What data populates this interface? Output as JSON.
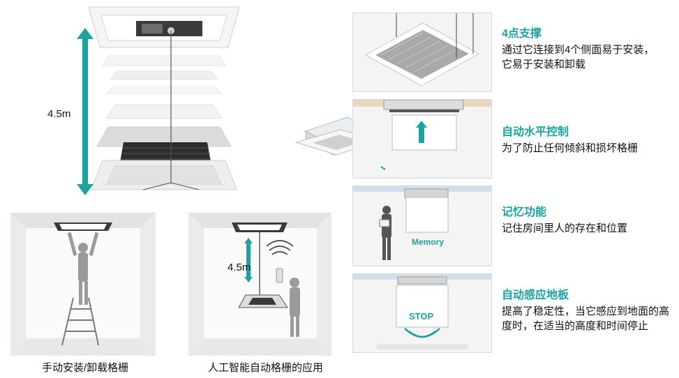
{
  "diagram": {
    "height_label_main": "4.5m",
    "height_label_auto": "4.5m",
    "caption_manual": "手动安装/卸载格栅",
    "caption_auto": "人工智能自动格栅的应用",
    "memory_label": "Memory",
    "stop_label": "STOP",
    "accent_color": "#1aa3a0"
  },
  "features": [
    {
      "title": "4点支撑",
      "desc": "通过它连接到4个侧面易于安装，它易于安装和卸载"
    },
    {
      "title": "自动水平控制",
      "desc": "为了防止任何倾斜和损坏格栅"
    },
    {
      "title": "记忆功能",
      "desc": "记住房间里人的存在和位置"
    },
    {
      "title": "自动感应地板",
      "desc": "提高了稳定性，当它感应到地面的高度时，在适当的高度和时间停止"
    }
  ]
}
